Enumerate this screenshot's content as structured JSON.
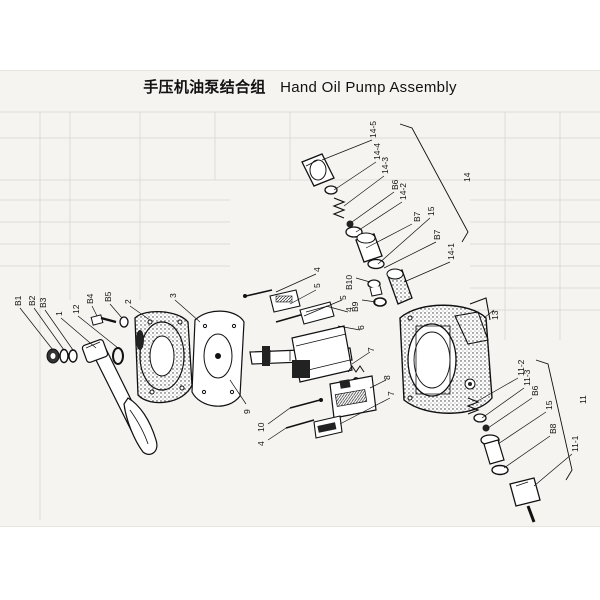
{
  "title": {
    "cn": "手压机油泵结合组",
    "en": "Hand Oil Pump Assembly"
  },
  "colors": {
    "ink": "#111111",
    "paper": "#f5f4f1",
    "shade": "#555555",
    "ghost_grid": "#d8d6d0"
  },
  "callouts": [
    "B1",
    "B2",
    "B3",
    "1",
    "12",
    "B4",
    "B5",
    "2",
    "3",
    "4",
    "5",
    "5",
    "4",
    "6",
    "7",
    "8",
    "9",
    "10",
    "4",
    "7",
    "14-5",
    "14-4",
    "14-3",
    "B6",
    "14-2",
    "B7",
    "15",
    "14",
    "B7",
    "14-1",
    "B10",
    "B9",
    "13",
    "11-2",
    "11-3",
    "B6",
    "15",
    "B8",
    "11-1",
    "11"
  ]
}
